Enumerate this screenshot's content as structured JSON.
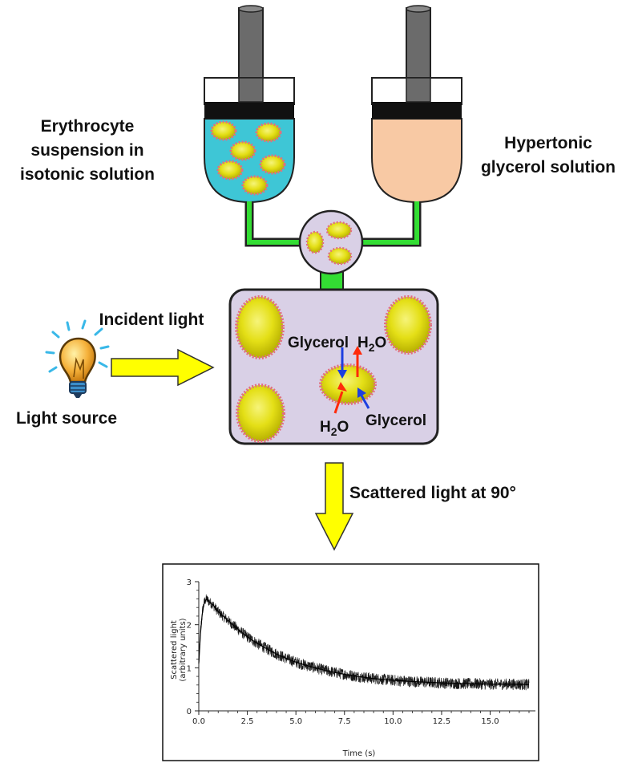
{
  "labels": {
    "erythrocyte_line1": "Erythrocyte",
    "erythrocyte_line2": "suspension in",
    "erythrocyte_line3": "isotonic solution",
    "hypertonic_line1": "Hypertonic",
    "hypertonic_line2": "glycerol solution",
    "incident_light": "Incident light",
    "light_source": "Light source",
    "scattered_light": "Scattered light at 90°",
    "glycerol_top": "Glycerol",
    "water_top_main": "H",
    "water_top_sub": "2",
    "water_top_tail": "O",
    "water_bottom_main": "H",
    "water_bottom_sub": "2",
    "water_bottom_tail": "O",
    "glycerol_bottom": "Glycerol"
  },
  "colors": {
    "isotonic_fill": "#3ec6d6",
    "hypertonic_fill": "#f8c9a4",
    "chamber_fill": "#d9d0e6",
    "tube": "#33dd33",
    "cell": "#e7e21a",
    "arrow_yellow": "#ffff00",
    "glycerol_arrow": "#1d3fe0",
    "water_arrow": "#ff2a0a"
  },
  "icons": [
    "light-bulb-icon"
  ],
  "chart_data": {
    "type": "line",
    "title": "",
    "xlabel": "Time (s)",
    "ylabel_line1": "Scattered light",
    "ylabel_line2": "(arbitrary units)",
    "xlim": [
      0,
      17
    ],
    "ylim": [
      0,
      3
    ],
    "xticks": [
      "0.0",
      "2.5",
      "5.0",
      "7.5",
      "10.0",
      "12.5",
      "15.0"
    ],
    "xtick_values": [
      0,
      2.5,
      5,
      7.5,
      10,
      12.5,
      15
    ],
    "yticks": [
      "0",
      "1",
      "2",
      "3"
    ],
    "ytick_values": [
      0,
      1,
      2,
      3
    ],
    "series": [
      {
        "x": [
          0.0,
          0.1,
          0.2,
          0.3,
          0.4,
          0.5,
          0.75,
          1.0,
          1.5,
          2.0,
          2.5,
          3.0,
          3.5,
          4.0,
          4.5,
          5.0,
          5.5,
          6.0,
          6.5,
          7.0,
          7.5,
          8.0,
          9.0,
          10.0,
          11.0,
          12.0,
          13.0,
          14.0,
          15.0,
          16.0,
          17.0
        ],
        "y": [
          1.1,
          1.9,
          2.35,
          2.55,
          2.6,
          2.55,
          2.45,
          2.3,
          2.1,
          1.9,
          1.72,
          1.57,
          1.44,
          1.32,
          1.22,
          1.13,
          1.06,
          1.0,
          0.94,
          0.89,
          0.85,
          0.81,
          0.75,
          0.71,
          0.68,
          0.66,
          0.64,
          0.63,
          0.62,
          0.62,
          0.61
        ]
      }
    ]
  }
}
